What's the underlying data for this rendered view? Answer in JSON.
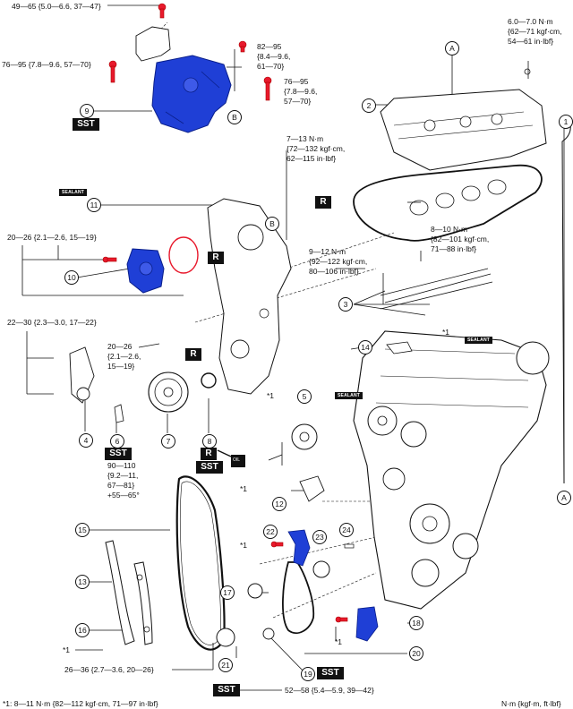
{
  "callouts": {
    "n1": "1",
    "n2": "2",
    "n3": "3",
    "n4": "4",
    "n5": "5",
    "n6": "6",
    "n7": "7",
    "n8": "8",
    "n9": "9",
    "n10": "10",
    "n11": "11",
    "n12": "12",
    "n13": "13",
    "n14": "14",
    "n15": "15",
    "n16": "16",
    "n17": "17",
    "n18": "18",
    "n19": "19",
    "n20": "20",
    "n21": "21",
    "n22": "22",
    "n23": "23",
    "n24": "24",
    "ref_a": "A",
    "ref_b": "B"
  },
  "torques": {
    "t_49_65": "49—65 {5.0—6.6, 37—47}",
    "t_76_95_left": "76—95 {7.8—9.6, 57—70}",
    "t_82_95": [
      "82—95",
      "{8.4—9.6,",
      "61—70}"
    ],
    "t_76_95_right": [
      "76—95",
      "{7.8—9.6,",
      "57—70}"
    ],
    "t_6_7": [
      "6.0—7.0 N·m",
      "{62—71  kgf·cm,",
      "54—61 in·lbf}"
    ],
    "t_7_13": [
      "7—13 N·m",
      "{72—132 kgf·cm,",
      "62—115 in·lbf}"
    ],
    "t_20_26_top": "20—26 {2.1—2.6, 15—19}",
    "t_8_10": [
      "8—10 N·m",
      "{82—101 kgf·cm,",
      "71—88 in·lbf}"
    ],
    "t_9_12": [
      "9—12 N·m",
      "{92—122 kgf·cm,",
      "80—106 in·lbf}"
    ],
    "t_22_30": "22—30 {2.3—3.0, 17—22}",
    "t_20_26_mid": [
      "20—26",
      "{2.1—2.6,",
      "15—19}"
    ],
    "t_90_110": [
      "90—110",
      "{9.2—11,",
      "67—81}",
      "+55—65°"
    ],
    "t_26_36": "26—36 {2.7—3.6, 20—26}",
    "t_52_58": "52—58 {5.4—5.9, 39—42}"
  },
  "marks": {
    "star1": "*1"
  },
  "tags": {
    "sst": "SST",
    "r": "R",
    "sealant": "SEALANT",
    "oil": "OIL"
  },
  "footer": {
    "note": "*1: 8—11 N·m {82—112 kgf·cm, 71—97 in·lbf}",
    "units": "N·m {kgf·m, ft·lbf}"
  },
  "colors": {
    "line": "#111111",
    "part_blue": "#1f3fd6",
    "bolt_red": "#e8192c",
    "oring_red": "#e8192c"
  }
}
